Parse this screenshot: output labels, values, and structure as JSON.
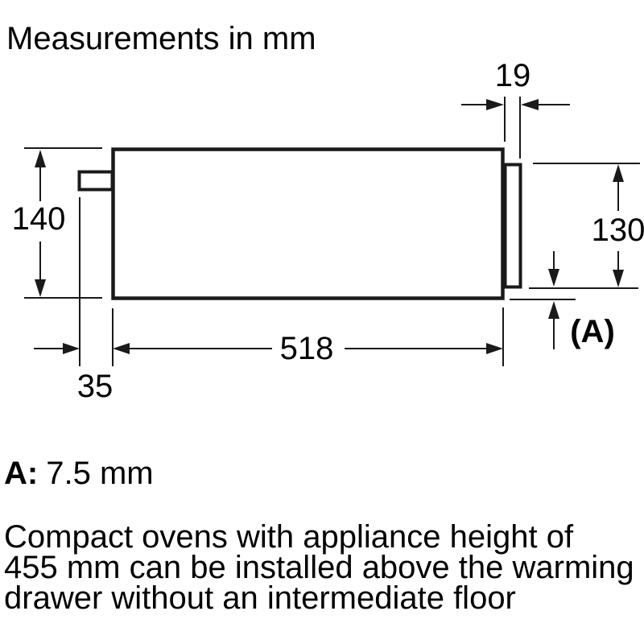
{
  "title": "Measurements in mm",
  "diagram": {
    "labels": {
      "panel_thickness": "19",
      "appliance_height": "140",
      "front_panel_height": "130",
      "appliance_width": "518",
      "rear_projection": "35",
      "gap_ref": "(A)"
    },
    "colors": {
      "line": "#1a1a1a",
      "text": "#000000",
      "background": "#ffffff"
    }
  },
  "legend": {
    "term": "A:",
    "definition": "7.5 mm"
  },
  "note": {
    "lines": [
      "Compact ovens with appliance height of",
      "455 mm can be installed above the warming",
      "drawer without an intermediate floor"
    ]
  }
}
